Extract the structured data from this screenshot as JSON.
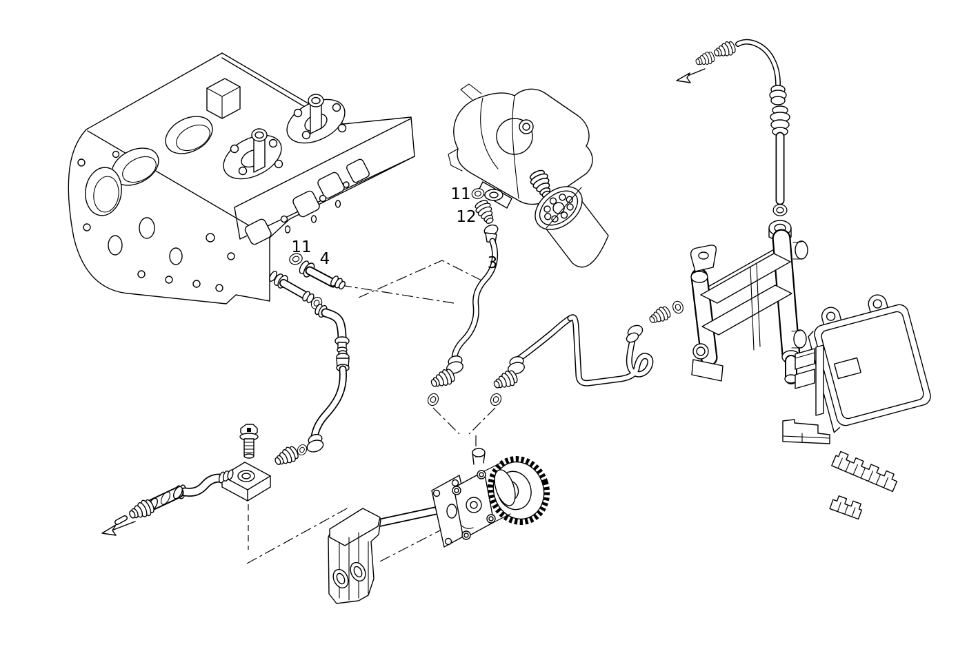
{
  "diagram": {
    "background_color": "#ffffff",
    "line_color": "#000000",
    "label_color": "#000000",
    "callouts": [
      {
        "label": "11",
        "target": "sealing-ring-left"
      },
      {
        "label": "4",
        "target": "connector-pipe-4"
      },
      {
        "label": "11",
        "target": "sealing-ring-center"
      },
      {
        "label": "12",
        "target": "threaded-union-12"
      },
      {
        "label": "3",
        "target": "fuel-line-3"
      }
    ],
    "flow_arrows": [
      {
        "position": "top-right"
      },
      {
        "position": "bottom-left"
      }
    ],
    "parts": [
      "cylinder-head",
      "sealing-ring",
      "connector-pipe",
      "hollow-screw-pipe",
      "sealing-washer",
      "elbow-union",
      "union-nut",
      "return-pipe",
      "banjo-bolt",
      "union-block",
      "elbow-fitting-45",
      "adapter-sleeve",
      "quick-connector",
      "fuel-filter-head",
      "filter-spring-seat",
      "fuel-filter-cartridge",
      "threaded-union",
      "fuel-line",
      "fuel-supply-line",
      "line-flange",
      "fuel-cooler-bracket",
      "standpipe",
      "control-unit",
      "ecu-mounting-rail",
      "ecu-connector-block",
      "cable-clamp-long",
      "cable-clamp-short",
      "gear-fuel-pump",
      "drive-gear",
      "pump-mounting-plate",
      "support-bracket",
      "flow-arrow",
      "alignment-line"
    ]
  }
}
